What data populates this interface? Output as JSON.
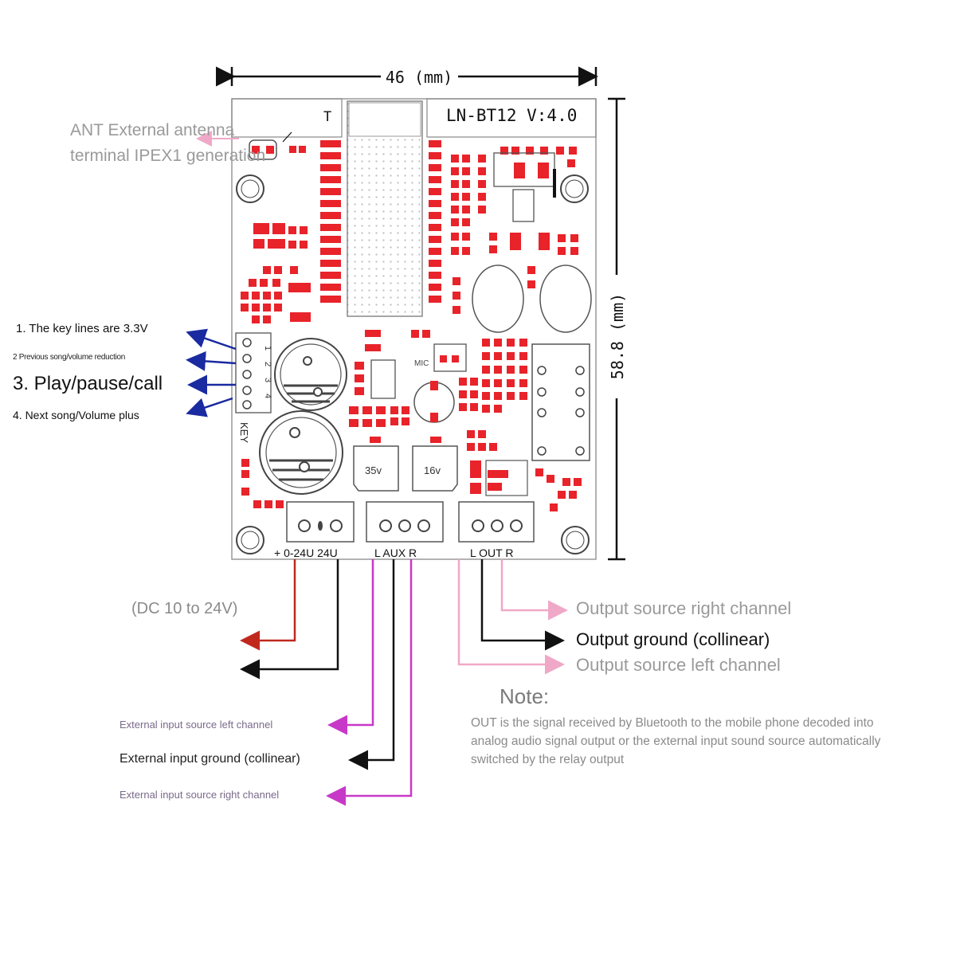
{
  "board": {
    "model": "LN-BT12  V:4.0",
    "marker_t": "T",
    "width_dim": "46 (mm)",
    "height_dim": "58.8 (mm)",
    "key_header": "KEY",
    "key_pins": [
      "1",
      "2",
      "3",
      "4"
    ],
    "mic": "MIC",
    "cap_left": "35v",
    "cap_right": "16v",
    "power_terminal": "+ 0-24U  24U",
    "aux_terminal": "L  AUX  R",
    "out_terminal": "L  OUT  R"
  },
  "antenna": {
    "line1": "ANT External antenna",
    "line2": "terminal IPEX1 generation"
  },
  "keys": [
    "1. The key lines are 3.3V",
    "2 Previous song/volume reduction",
    "3. Play/pause/call",
    "4. Next song/Volume plus"
  ],
  "power": {
    "label": "(DC 10 to 24V)"
  },
  "outputs": {
    "right": "Output source right channel",
    "ground": "Output ground (collinear)",
    "left": "Output source left channel"
  },
  "note": {
    "title": "Note:",
    "lines": [
      "OUT is the signal received by Bluetooth to the mobile phone decoded into",
      "analog audio signal output or the external input sound source automatically",
      "switched by the relay output"
    ]
  },
  "external": {
    "left": "External input source left channel",
    "ground": "External input ground (collinear)",
    "right": "External input source right channel"
  },
  "colors": {
    "pcb_red": "#e8232a",
    "power_red": "#c0281e",
    "key_blue": "#1a2aa0",
    "pink": "#f0a8c8",
    "magenta": "#c838c8",
    "black": "#111111"
  }
}
